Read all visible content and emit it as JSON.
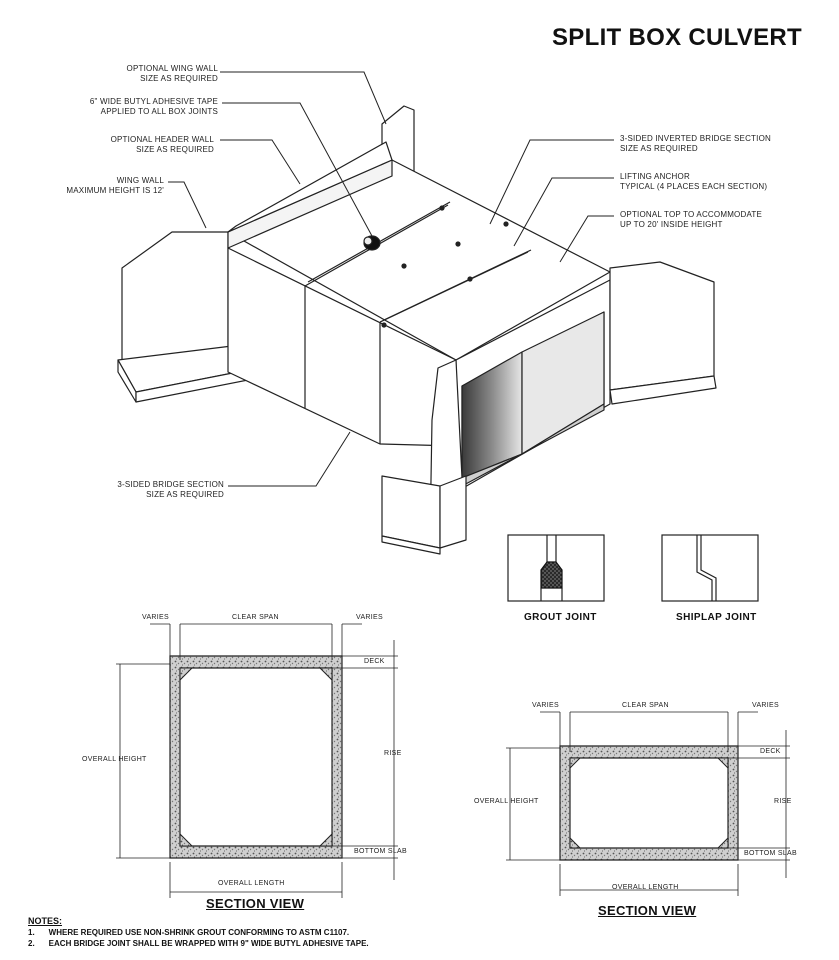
{
  "title": "SPLIT BOX CULVERT",
  "callouts": {
    "wing_wall_optional": [
      "OPTIONAL WING WALL",
      "SIZE AS REQUIRED"
    ],
    "butyl_tape": [
      "6\" WIDE BUTYL ADHESIVE TAPE",
      "APPLIED TO ALL BOX JOINTS"
    ],
    "header_wall": [
      "OPTIONAL HEADER WALL",
      "SIZE AS REQUIRED"
    ],
    "wing_wall_max": [
      "WING WALL",
      "MAXIMUM HEIGHT IS 12'"
    ],
    "inverted_section": [
      "3-SIDED INVERTED BRIDGE SECTION",
      "SIZE AS REQUIRED"
    ],
    "lifting_anchor": [
      "LIFTING ANCHOR",
      "TYPICAL (4 PLACES EACH SECTION)"
    ],
    "optional_top": [
      "OPTIONAL TOP TO ACCOMMODATE",
      "UP TO 20' INSIDE HEIGHT"
    ],
    "bridge_section": [
      "3-SIDED BRIDGE SECTION",
      "SIZE AS REQUIRED"
    ]
  },
  "joints": {
    "grout": "GROUT JOINT",
    "shiplap": "SHIPLAP JOINT"
  },
  "section_left": {
    "varies_left": "VARIES",
    "clear_span": "CLEAR SPAN",
    "varies_right": "VARIES",
    "deck": "DECK",
    "overall_height": "OVERALL HEIGHT",
    "rise": "RISE",
    "bottom_slab": "BOTTOM SLAB",
    "overall_length": "OVERALL LENGTH",
    "caption": "SECTION VIEW"
  },
  "section_right": {
    "varies_left": "VARIES",
    "clear_span": "CLEAR SPAN",
    "varies_right": "VARIES",
    "deck": "DECK",
    "overall_height": "OVERALL HEIGHT",
    "rise": "RISE",
    "bottom_slab": "BOTTOM SLAB",
    "overall_length": "OVERALL LENGTH",
    "caption": "SECTION VIEW"
  },
  "notes": {
    "heading": "NOTES:",
    "items": [
      {
        "num": "1.",
        "text": "WHERE REQUIRED USE NON-SHRINK GROUT CONFORMING TO ASTM C1107."
      },
      {
        "num": "2.",
        "text": "EACH BRIDGE JOINT SHALL BE WRAPPED WITH 9\" WIDE BUTYL ADHESIVE TAPE."
      }
    ]
  }
}
